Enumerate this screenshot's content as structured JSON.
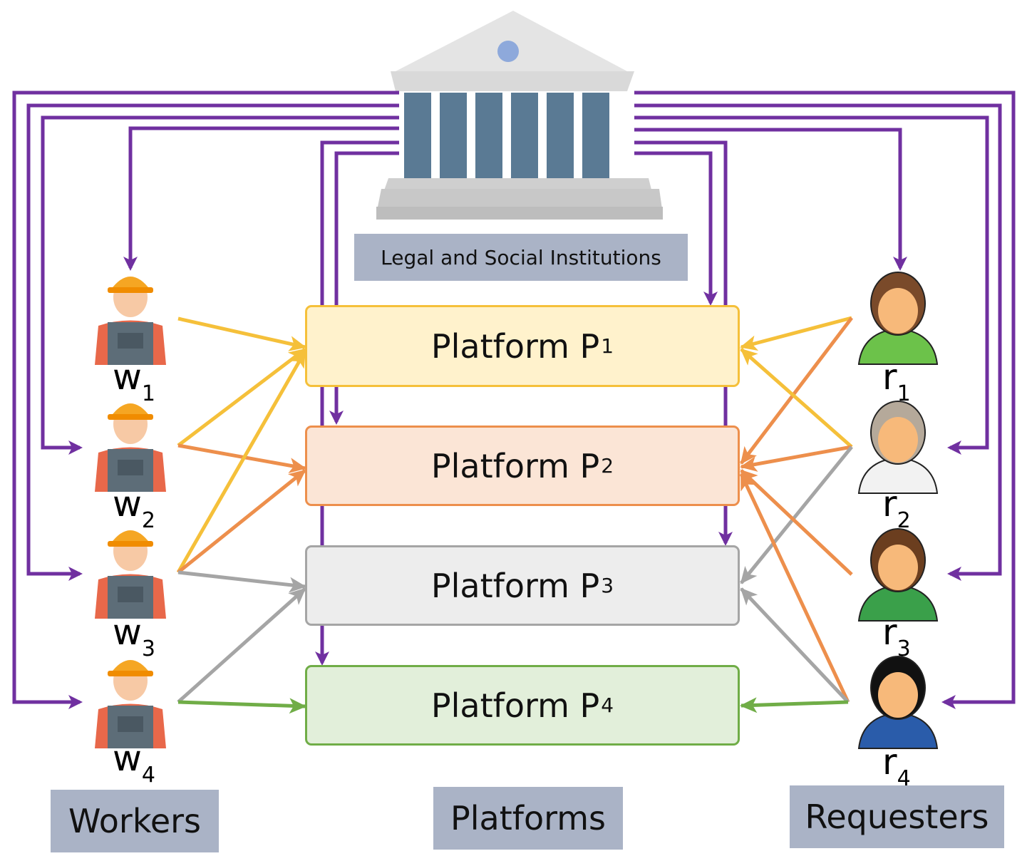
{
  "institution": {
    "label": "Legal and Social Institutions"
  },
  "platforms": [
    {
      "prefix": "Platform P",
      "sub": "1",
      "fill": "#fff2cc",
      "border": "#f5c03a"
    },
    {
      "prefix": "Platform P",
      "sub": "2",
      "fill": "#fbe5d6",
      "border": "#ed8f4c"
    },
    {
      "prefix": "Platform P",
      "sub": "3",
      "fill": "#ededed",
      "border": "#a5a5a5"
    },
    {
      "prefix": "Platform P",
      "sub": "4",
      "fill": "#e2efda",
      "border": "#70ad47"
    }
  ],
  "workers": [
    {
      "letter": "w",
      "sub": "1"
    },
    {
      "letter": "w",
      "sub": "2"
    },
    {
      "letter": "w",
      "sub": "3"
    },
    {
      "letter": "w",
      "sub": "4"
    }
  ],
  "requesters": [
    {
      "letter": "r",
      "sub": "1"
    },
    {
      "letter": "r",
      "sub": "2"
    },
    {
      "letter": "r",
      "sub": "3"
    },
    {
      "letter": "r",
      "sub": "4"
    }
  ],
  "captions": {
    "workers": "Workers",
    "platforms": "Platforms",
    "requesters": "Requesters"
  },
  "colors": {
    "institution_arrows": "#7030a0",
    "p1": "#f5c03a",
    "p2": "#ed8f4c",
    "p3": "#a5a5a5",
    "p4": "#70ad47"
  },
  "edges": {
    "worker_to_platform": [
      {
        "from": "w1",
        "to": "P1"
      },
      {
        "from": "w2",
        "to": "P1"
      },
      {
        "from": "w2",
        "to": "P2"
      },
      {
        "from": "w3",
        "to": "P1"
      },
      {
        "from": "w3",
        "to": "P2"
      },
      {
        "from": "w3",
        "to": "P3"
      },
      {
        "from": "w4",
        "to": "P3"
      },
      {
        "from": "w4",
        "to": "P4"
      }
    ],
    "requester_to_platform": [
      {
        "from": "r1",
        "to": "P1"
      },
      {
        "from": "r1",
        "to": "P2"
      },
      {
        "from": "r2",
        "to": "P1"
      },
      {
        "from": "r2",
        "to": "P2"
      },
      {
        "from": "r2",
        "to": "P3"
      },
      {
        "from": "r3",
        "to": "P2"
      },
      {
        "from": "r4",
        "to": "P2"
      },
      {
        "from": "r4",
        "to": "P3"
      },
      {
        "from": "r4",
        "to": "P4"
      }
    ],
    "institution_to": [
      "w1",
      "w2",
      "w3",
      "w4",
      "P1",
      "P2",
      "P3",
      "P4",
      "r1",
      "r2",
      "r3",
      "r4"
    ]
  }
}
